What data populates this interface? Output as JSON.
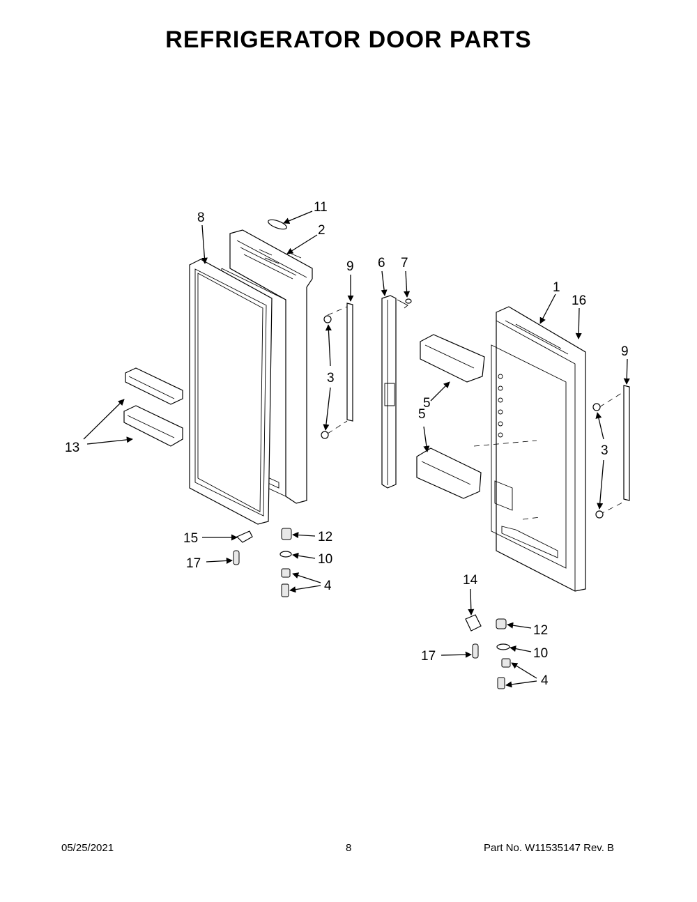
{
  "title": "REFRIGERATOR DOOR PARTS",
  "callouts": [
    {
      "id": "c11a",
      "label": "11"
    },
    {
      "id": "c2",
      "label": "2"
    },
    {
      "id": "c8",
      "label": "8"
    },
    {
      "id": "c9a",
      "label": "9"
    },
    {
      "id": "c6",
      "label": "6"
    },
    {
      "id": "c7",
      "label": "7"
    },
    {
      "id": "c1",
      "label": "1"
    },
    {
      "id": "c16",
      "label": "16"
    },
    {
      "id": "c9b",
      "label": "9"
    },
    {
      "id": "c3a",
      "label": "3"
    },
    {
      "id": "c5a",
      "label": "5"
    },
    {
      "id": "c5b",
      "label": "5"
    },
    {
      "id": "c3b",
      "label": "3"
    },
    {
      "id": "c13",
      "label": "13"
    },
    {
      "id": "c15",
      "label": "15"
    },
    {
      "id": "c12a",
      "label": "12"
    },
    {
      "id": "c17a",
      "label": "17"
    },
    {
      "id": "c10a",
      "label": "10"
    },
    {
      "id": "c4a",
      "label": "4"
    },
    {
      "id": "c14",
      "label": "14"
    },
    {
      "id": "c12b",
      "label": "12"
    },
    {
      "id": "c17b",
      "label": "17"
    },
    {
      "id": "c10b",
      "label": "10"
    },
    {
      "id": "c4b",
      "label": "4"
    }
  ],
  "footer": {
    "date": "05/25/2021",
    "page_number": "8",
    "part_number": "Part No.  W11535147   Rev.  B"
  }
}
